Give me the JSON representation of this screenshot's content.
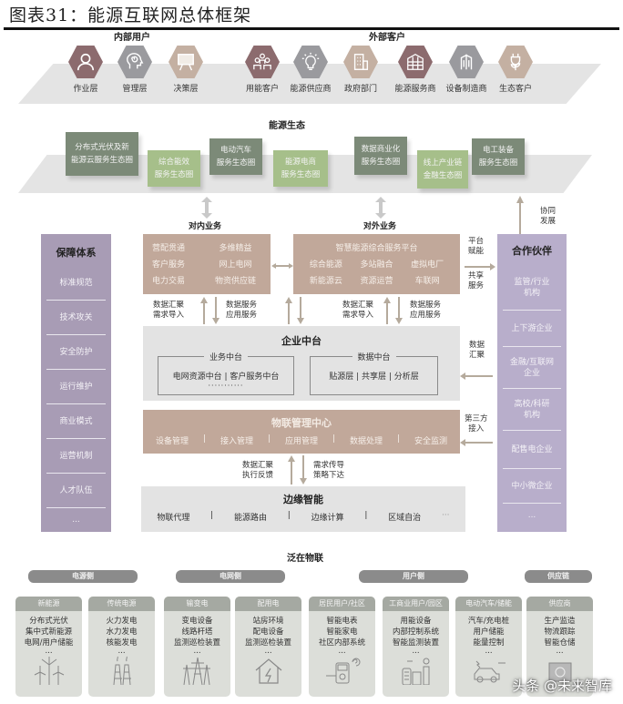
{
  "title": "图表31：能源互联网总体框架",
  "users": {
    "internal_label": "内部用户",
    "external_label": "外部客户",
    "internal": [
      {
        "label": "作业层",
        "icon": "person-icon",
        "color": "#8c6b6e"
      },
      {
        "label": "管理层",
        "icon": "brain-icon",
        "color": "#9a9a9e"
      },
      {
        "label": "决策层",
        "icon": "presentation-board-icon",
        "color": "#c4b0a2"
      }
    ],
    "external": [
      {
        "label": "用能客户",
        "icon": "group-icon",
        "color": "#8c6b6e"
      },
      {
        "label": "能源供应商",
        "icon": "lightbulb-icon",
        "color": "#9a9a9e"
      },
      {
        "label": "政府部门",
        "icon": "building-icon",
        "color": "#c4b0a2"
      },
      {
        "label": "能源服务商",
        "icon": "office-tower-icon",
        "color": "#8c6b6e"
      },
      {
        "label": "设备制造商",
        "icon": "factory-building-icon",
        "color": "#9a9a9e"
      },
      {
        "label": "生态客户",
        "icon": "plug-plant-icon",
        "color": "#c4b0a2"
      }
    ]
  },
  "ecology": {
    "label": "能源生态",
    "items": [
      {
        "line1": "分布式光伏及新",
        "line2": "能源云服务生态圈",
        "style": "dark"
      },
      {
        "line1": "综合能效",
        "line2": "服务生态圈",
        "style": "light"
      },
      {
        "line1": "电动汽车",
        "line2": "服务生态圈",
        "style": "dark"
      },
      {
        "line1": "能源电商",
        "line2": "服务生态圈",
        "style": "light"
      },
      {
        "line1": "数据商业化",
        "line2": "服务生态圈",
        "style": "dark"
      },
      {
        "line1": "线上产业链",
        "line2": "金融生态圈",
        "style": "light"
      },
      {
        "line1": "电工装备",
        "line2": "服务生态圈",
        "style": "dark"
      }
    ]
  },
  "flows": {
    "internal_business": "对内业务",
    "external_business": "对外业务",
    "synergy_1": "协同",
    "synergy_2": "发展",
    "platform_1": "平台",
    "platform_2": "赋能",
    "shared_1": "共享",
    "shared_2": "服务",
    "data_collect_1": "数据",
    "data_collect_2": "汇聚",
    "third_party_1": "第三方",
    "third_party_2": "接入",
    "up_1": "数据汇聚",
    "up_2": "需求导入",
    "down_1": "数据服务",
    "down_2": "应用服务",
    "iot_up_1": "数据汇聚",
    "iot_up_2": "执行反馈",
    "iot_down_1": "需求传导",
    "iot_down_2": "策略下达"
  },
  "assurance": {
    "title": "保障体系",
    "items": [
      "标准规范",
      "技术攻关",
      "安全防护",
      "运行维护",
      "商业模式",
      "运营机制",
      "人才队伍",
      "..."
    ]
  },
  "partners": {
    "title": "合作伙伴",
    "items": [
      "监管/行业\n机构",
      "上下游企业",
      "金融/互联网\n企业",
      "高校/科研\n机构",
      "配售电企业",
      "中小微企业",
      "..."
    ]
  },
  "internal_biz": {
    "items": [
      "营配贯通",
      "多维精益",
      "客户服务",
      "网上电网",
      "电力交易",
      "物资供应链"
    ]
  },
  "external_biz": {
    "title": "智慧能源综合服务平台",
    "items": [
      "综合能源",
      "多站融合",
      "虚拟电厂",
      "新能源云",
      "资源运营",
      "车联网"
    ]
  },
  "middle": {
    "title": "企业中台",
    "business": {
      "label": "业务中台",
      "row": "电网资源中台  |  客户服务中台",
      "dots": "···········"
    },
    "data": {
      "label": "数据中台",
      "row": "贴源层  |  共享层  |  分析层"
    }
  },
  "iot_center": {
    "title": "物联管理中心",
    "items": [
      "设备管理",
      "接入管理",
      "应用管理",
      "数据处理",
      "安全监测"
    ]
  },
  "edge": {
    "title": "边缘智能",
    "items": [
      "物联代理",
      "能源路由",
      "边缘计算",
      "区域自治",
      "···"
    ]
  },
  "ubiquitous": {
    "title": "泛在物联",
    "groups": [
      {
        "label": "电源侧"
      },
      {
        "label": "电网侧"
      },
      {
        "label": "用户侧"
      },
      {
        "label": "供应链"
      }
    ],
    "cards": [
      {
        "head": "新能源",
        "lines": [
          "分布式光伏",
          "集中式新能源",
          "电网/用户储能",
          "..."
        ],
        "icon": "wind-turbine-icon"
      },
      {
        "head": "传统电源",
        "lines": [
          "火力发电",
          "水力发电",
          "核能发电",
          "..."
        ],
        "icon": "power-plant-icon"
      },
      {
        "head": "输变电",
        "lines": [
          "变电设备",
          "线路杆塔",
          "监测巡检装置",
          "..."
        ],
        "icon": "transmission-tower-icon"
      },
      {
        "head": "配用电",
        "lines": [
          "站房环境",
          "配电设备",
          "监测巡检装置",
          "..."
        ],
        "icon": "house-lightning-icon"
      },
      {
        "head": "居民用户/社区",
        "lines": [
          "智能电表",
          "智能家电",
          "社区内部系统",
          "..."
        ],
        "icon": "smart-meter-icon"
      },
      {
        "head": "工商业用户/园区",
        "lines": [
          "用能设备",
          "内部控制系统",
          "智能监测装置",
          "..."
        ],
        "icon": "industrial-park-icon"
      },
      {
        "head": "电动汽车/储能",
        "lines": [
          "汽车/充电桩",
          "用户储能",
          "能量控制",
          "..."
        ],
        "icon": "electric-car-icon"
      },
      {
        "head": "供应商",
        "lines": [
          "生产监造",
          "物流跟踪",
          "智能仓储",
          "..."
        ],
        "icon": "warehouse-icon"
      }
    ]
  },
  "watermark": "头条 @未来智库"
}
